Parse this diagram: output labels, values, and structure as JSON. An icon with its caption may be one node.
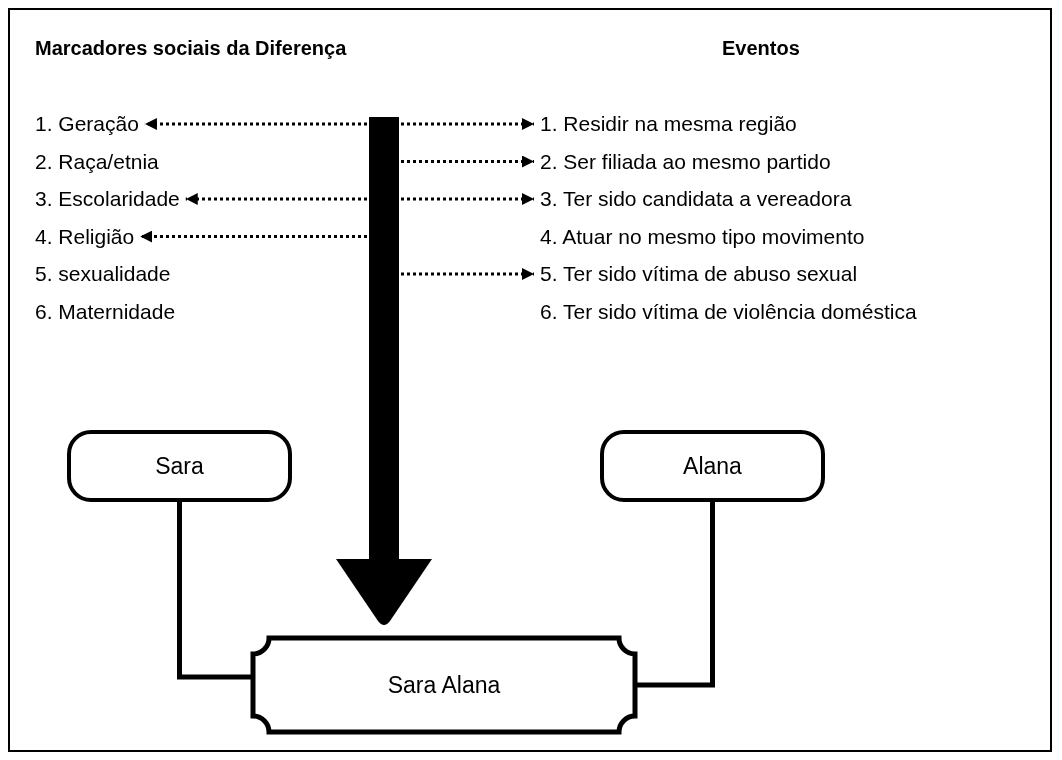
{
  "diagram": {
    "title": "Marcadores sociais da Diferença",
    "nodes": [
      {
        "text": [
          "1. Geração"
        ]
      },
      {
        "text": [
          "3. Escolaridade"
        ]
      },
      {
        "text": [
          "4. Religião"
        ]
      },
      {
        "text": [
          "1. Residir na mesma região"
        ]
      },
      {
        "text": [
          "2. Ser filiada ao mesmo partido"
        ]
      },
      {
        "text": [
          "3. Ter sido candidata a vereadora"
        ]
      },
      {
        "text": [
          "5. Ter sido vítima de abuso sexual"
        ]
      },
      {
        "text": [
          "Sara"
        ]
      },
      {
        "text": [
          "Alana"
        ]
      },
      {
        "text": [
          "Sara Alana"
        ]
      }
    ],
    "edges": [
      {
        "from": null,
        "to": 0,
        "arrow": "to",
        "style": "dashed"
      },
      {
        "from": null,
        "to": 3,
        "arrow": "to",
        "style": "dashed"
      },
      {
        "from": null,
        "to": 4,
        "arrow": "to",
        "style": "dashed"
      },
      {
        "from": null,
        "to": 1,
        "arrow": "to",
        "style": "dashed"
      },
      {
        "from": null,
        "to": 5,
        "arrow": "to",
        "style": "dashed"
      },
      {
        "from": null,
        "to": 2,
        "arrow": "to",
        "style": "dashed"
      },
      {
        "from": null,
        "to": 6,
        "arrow": "to",
        "style": "dashed"
      },
      {
        "from": null,
        "to": 9,
        "arrow": "to",
        "style": "thick"
      },
      {
        "from": 7,
        "to": 9,
        "arrow": "none"
      },
      {
        "from": 8,
        "to": 9,
        "arrow": "none"
      }
    ],
    "labels": [
      "Eventos",
      "2. Raça/etnia",
      "5. sexualidade",
      "6. Maternidade",
      "4. Atuar no mesmo tipo movimento",
      "6. Ter sido vítima de violência doméstica"
    ]
  }
}
